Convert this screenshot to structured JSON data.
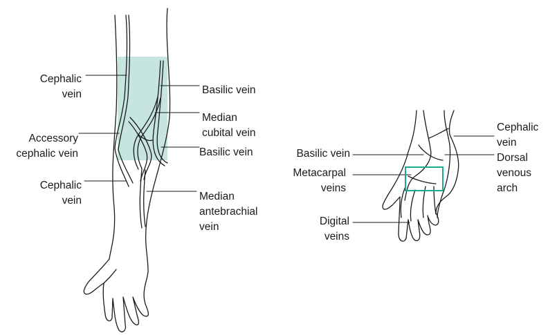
{
  "colors": {
    "highlight_fill": "#c6e4e0",
    "box_outline": "#1aa88f",
    "ink": "#1a1a1a"
  },
  "labels": {
    "arm": {
      "cephalic_upper": "Cephalic\nvein",
      "basilic_upper": "Basilic vein",
      "median_cubital": "Median\ncubital vein",
      "accessory_cephalic": "Accessory\ncephalic vein",
      "basilic_lower": "Basilic vein",
      "cephalic_lower": "Cephalic\nvein",
      "median_antebrachial": "Median\nantebrachial\nvein"
    },
    "hand": {
      "basilic": "Basilic vein",
      "metacarpal": "Metacarpal\nveins",
      "digital": "Digital\nveins",
      "cephalic": "Cephalic\nvein",
      "dorsal_arch": "Dorsal\nvenous\narch"
    }
  }
}
